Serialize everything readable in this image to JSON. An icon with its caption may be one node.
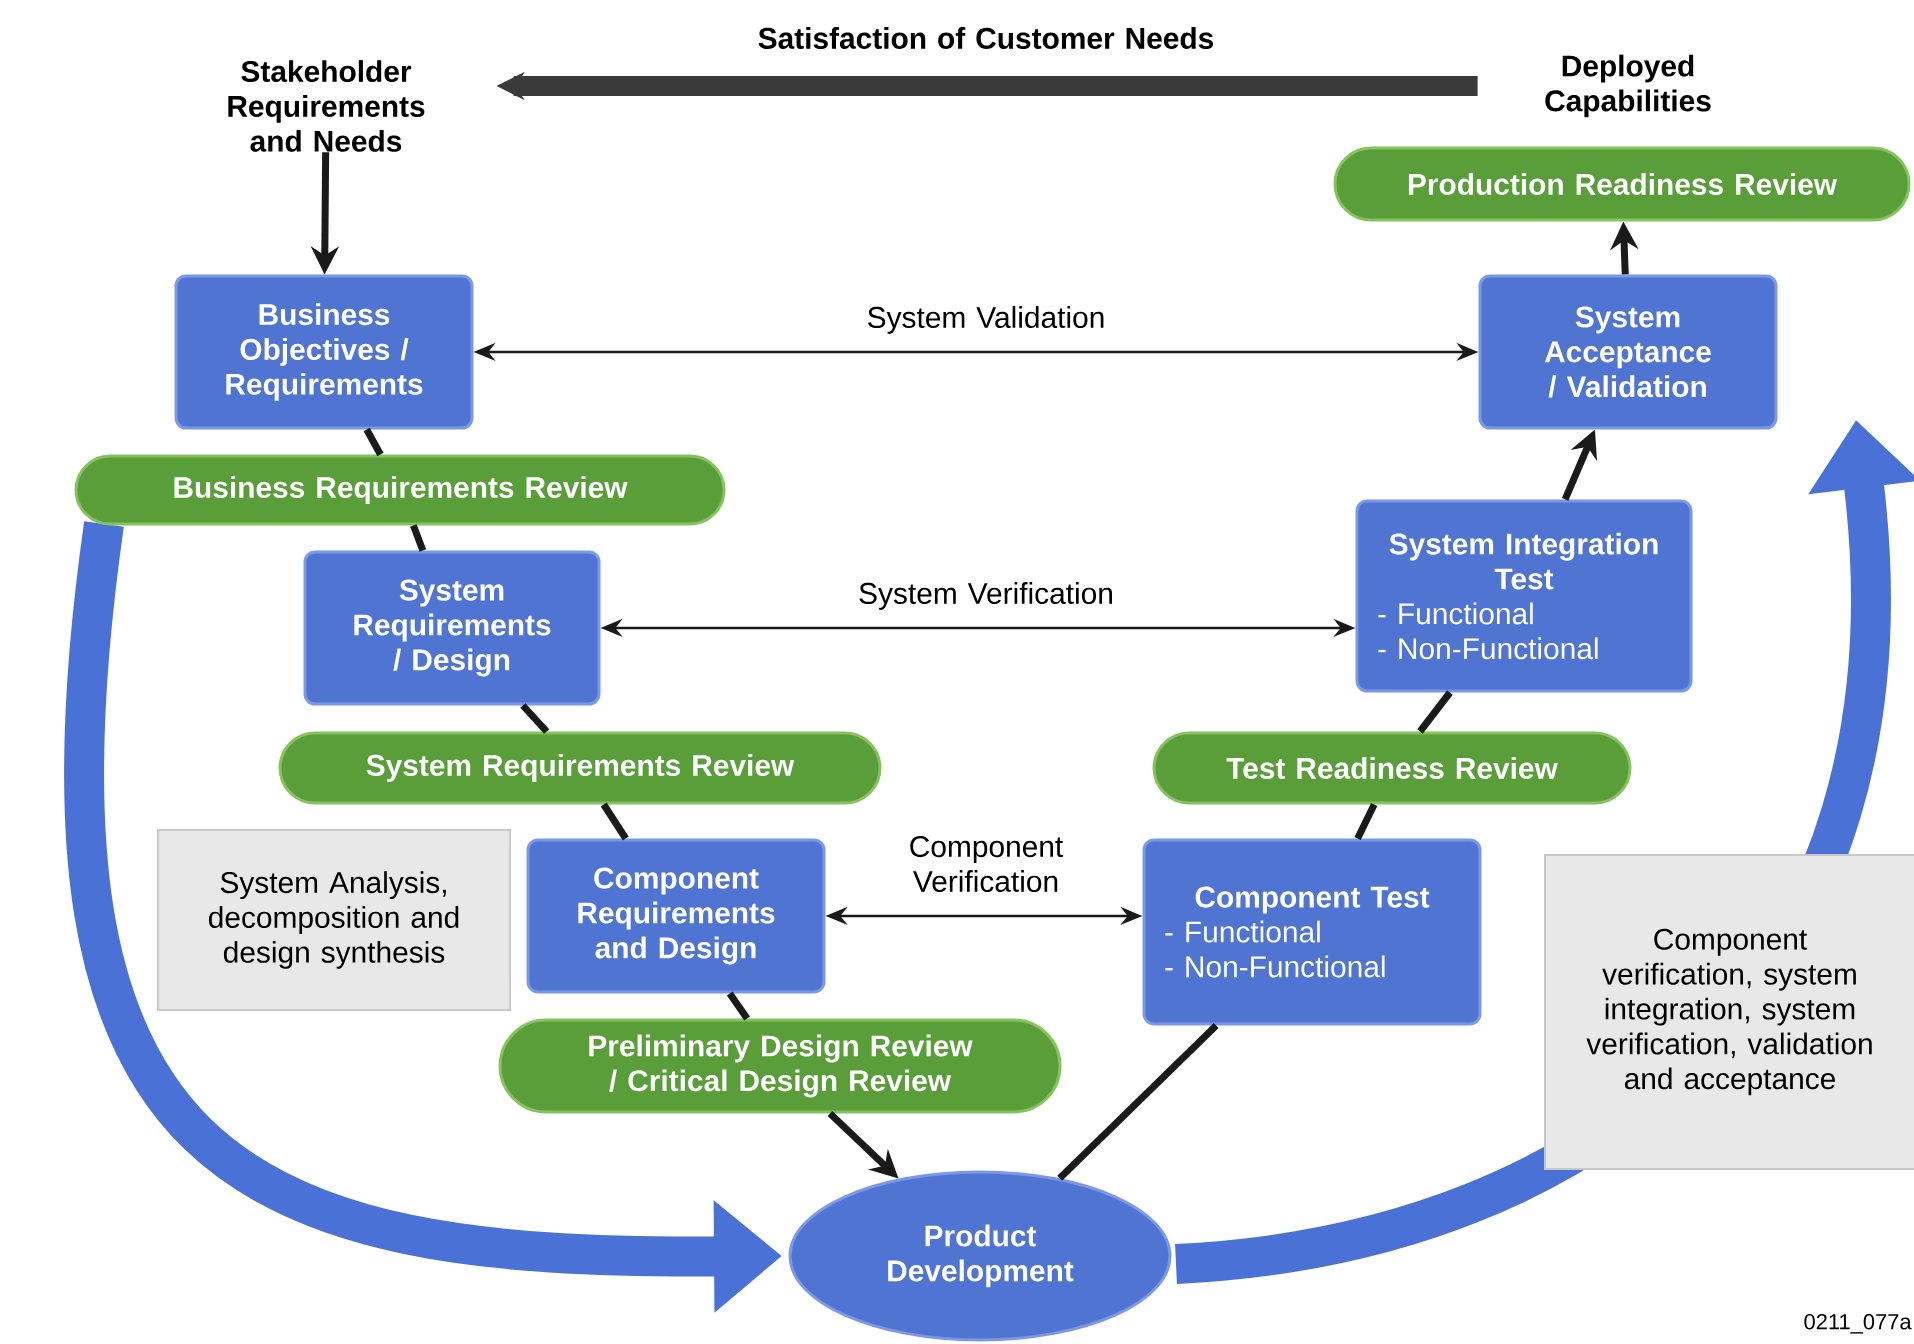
{
  "diagram": {
    "nodes": [
      {
        "text": [
          "Stakeholder Requirements and Needs"
        ]
      },
      {
        "text": [
          "Deployed Capabilities"
        ]
      },
      {
        "text": [
          "Business Objectives / Requirements"
        ]
      },
      {
        "text": [
          "Business Requirements Review"
        ]
      },
      {
        "text": [
          "System Requirements / Design"
        ]
      },
      {
        "text": [
          "System Requirements Review"
        ]
      },
      {
        "text": [
          "Component Requirements and Design"
        ]
      },
      {
        "text": [
          "Preliminary Design Review / Critical Design Review"
        ]
      },
      {
        "text": [
          "Product Development"
        ]
      },
      {
        "text": [
          "Component Test",
          "- Functional",
          "- Non-Functional"
        ]
      },
      {
        "text": [
          "Test Readiness Review"
        ]
      },
      {
        "text": [
          "System Integration Test",
          "- Functional",
          "- Non-Functional"
        ]
      },
      {
        "text": [
          "System Acceptance / Validation"
        ]
      },
      {
        "text": [
          "Production Readiness Review"
        ]
      },
      {
        "text": [
          "System Analysis, decomposition and design synthesis"
        ]
      },
      {
        "text": [
          "Component verification, system integration, system verification, validation and acceptance"
        ]
      }
    ],
    "edges": [
      {
        "from": 1,
        "to": 0,
        "arrow": "to",
        "label": "Satisfaction of Customer Needs",
        "style": "thick",
        "color": "#3a3a3a"
      },
      {
        "from": 0,
        "to": 2,
        "arrow": "to"
      },
      {
        "from": 2,
        "to": 3,
        "arrow": "none"
      },
      {
        "from": 3,
        "to": 4,
        "arrow": "none"
      },
      {
        "from": 4,
        "to": 5,
        "arrow": "none"
      },
      {
        "from": 5,
        "to": 6,
        "arrow": "none"
      },
      {
        "from": 6,
        "to": 7,
        "arrow": "none"
      },
      {
        "from": 7,
        "to": 8,
        "arrow": "to"
      },
      {
        "from": 8,
        "to": 9,
        "arrow": "none"
      },
      {
        "from": 9,
        "to": 10,
        "arrow": "none"
      },
      {
        "from": 10,
        "to": 11,
        "arrow": "none"
      },
      {
        "from": 11,
        "to": 12,
        "arrow": "to"
      },
      {
        "from": 12,
        "to": 13,
        "arrow": "to"
      },
      {
        "from": 2,
        "to": 12,
        "arrow": "both",
        "label": "System Validation"
      },
      {
        "from": 4,
        "to": 11,
        "arrow": "both",
        "label": "System Verification"
      },
      {
        "from": 6,
        "to": 9,
        "arrow": "both",
        "label": "Component Verification"
      },
      {
        "from": 3,
        "to": 8,
        "arrow": "to",
        "style": "thick",
        "color": "#4a72d6"
      },
      {
        "from": 8,
        "to": null,
        "arrow": "to",
        "style": "thick",
        "color": "#4a72d6"
      }
    ],
    "labels": [
      "0211_077a"
    ]
  }
}
